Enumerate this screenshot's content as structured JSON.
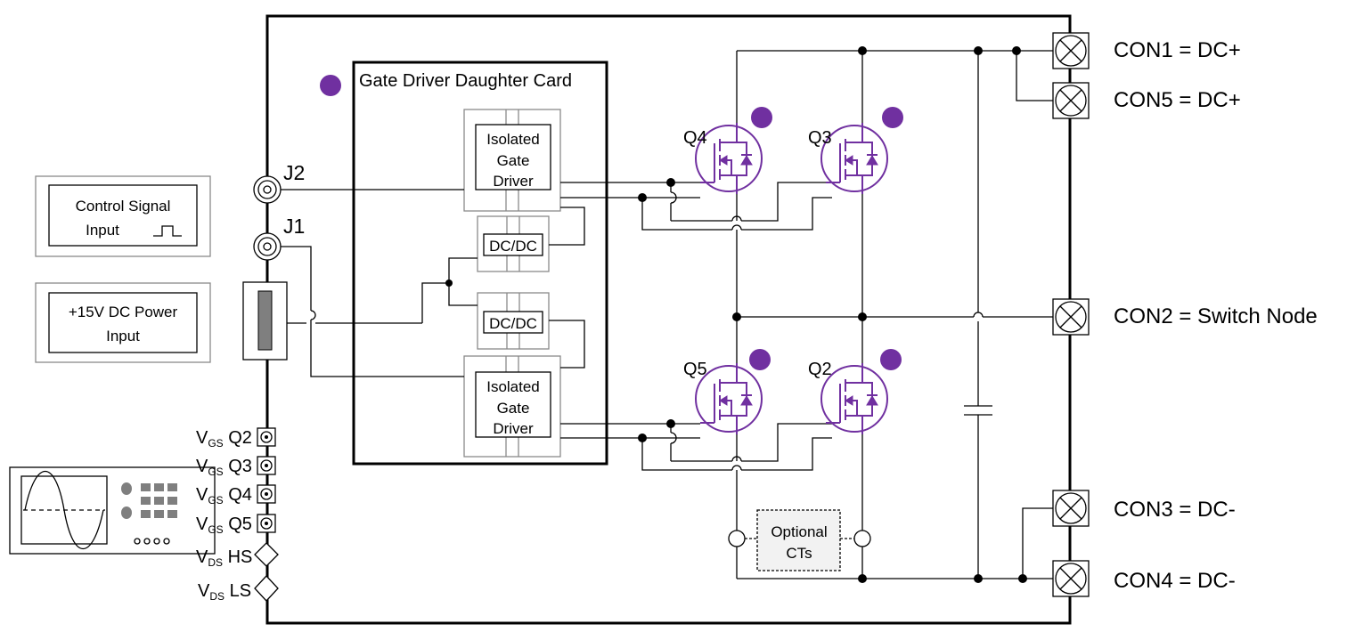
{
  "diagram": {
    "daughter_card": {
      "title": "Gate Driver Daughter Card"
    },
    "gate_driver_top": {
      "line1": "Isolated",
      "line2": "Gate",
      "line3": "Driver"
    },
    "gate_driver_bottom": {
      "line1": "Isolated",
      "line2": "Gate",
      "line3": "Driver"
    },
    "dcdc_top": {
      "label": "DC/DC"
    },
    "dcdc_bottom": {
      "label": "DC/DC"
    },
    "control_input": {
      "line1": "Control Signal",
      "line2": "Input"
    },
    "power_input": {
      "line1": "+15V DC Power",
      "line2": "Input"
    },
    "jacks": {
      "j2": "J2",
      "j1": "J1"
    },
    "transistors": {
      "q4": "Q4",
      "q3": "Q3",
      "q5": "Q5",
      "q2": "Q2"
    },
    "test_points": [
      {
        "sym": "V",
        "sub": "GS",
        "rest": " Q2"
      },
      {
        "sym": "V",
        "sub": "GS",
        "rest": " Q3"
      },
      {
        "sym": "V",
        "sub": "GS",
        "rest": " Q4"
      },
      {
        "sym": "V",
        "sub": "GS",
        "rest": " Q5"
      },
      {
        "sym": "V",
        "sub": "DS",
        "rest": " HS"
      },
      {
        "sym": "V",
        "sub": "DS",
        "rest": " LS"
      }
    ],
    "optional_cts": {
      "line1": "Optional",
      "line2": "CTs"
    },
    "connectors": {
      "con1": "CON1 = DC+",
      "con5": "CON5 = DC+",
      "con2": "CON2 = Switch Node",
      "con3": "CON3 = DC-",
      "con4": "CON4 = DC-"
    },
    "colors": {
      "accent": "#7030a0",
      "line": "#000000",
      "border": "#8a8a8a"
    }
  }
}
